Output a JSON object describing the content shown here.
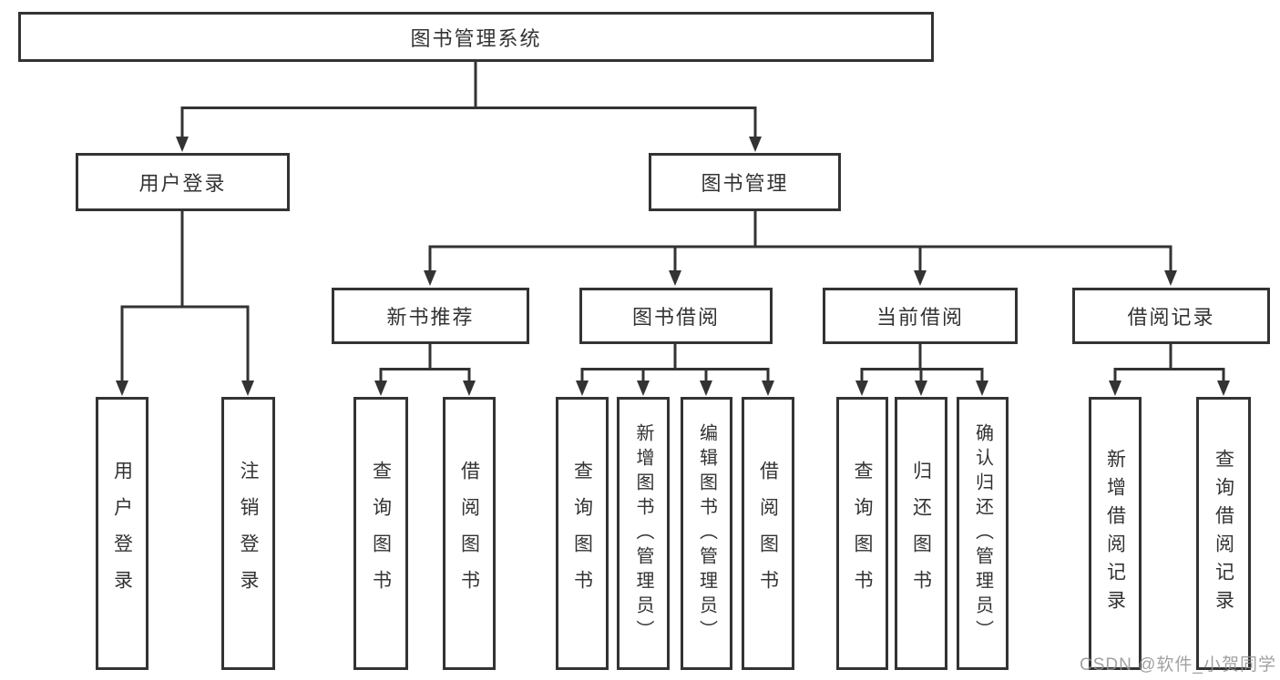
{
  "tree": {
    "root": {
      "label": "图书管理系统"
    },
    "level2": [
      {
        "label": "用户登录"
      },
      {
        "label": "图书管理"
      }
    ],
    "level3": [
      {
        "label": "新书推荐"
      },
      {
        "label": "图书借阅"
      },
      {
        "label": "当前借阅"
      },
      {
        "label": "借阅记录"
      }
    ],
    "leaves": {
      "login": [
        "用户登录",
        "注销登录"
      ],
      "recommend": [
        "查询图书",
        "借阅图书"
      ],
      "borrow": [
        "查询图书",
        "新增图书（管理员）",
        "编辑图书（管理员）",
        "借阅图书"
      ],
      "current": [
        "查询图书",
        "归还图书",
        "确认归还（管理员）"
      ],
      "records": [
        "新增借阅记录",
        "查询借阅记录"
      ]
    }
  },
  "watermark": {
    "text": "CSDN @软件_小贺同学"
  },
  "colors": {
    "line": "#333333",
    "text": "#333333",
    "watermark": "#919191",
    "background": "#ffffff"
  }
}
